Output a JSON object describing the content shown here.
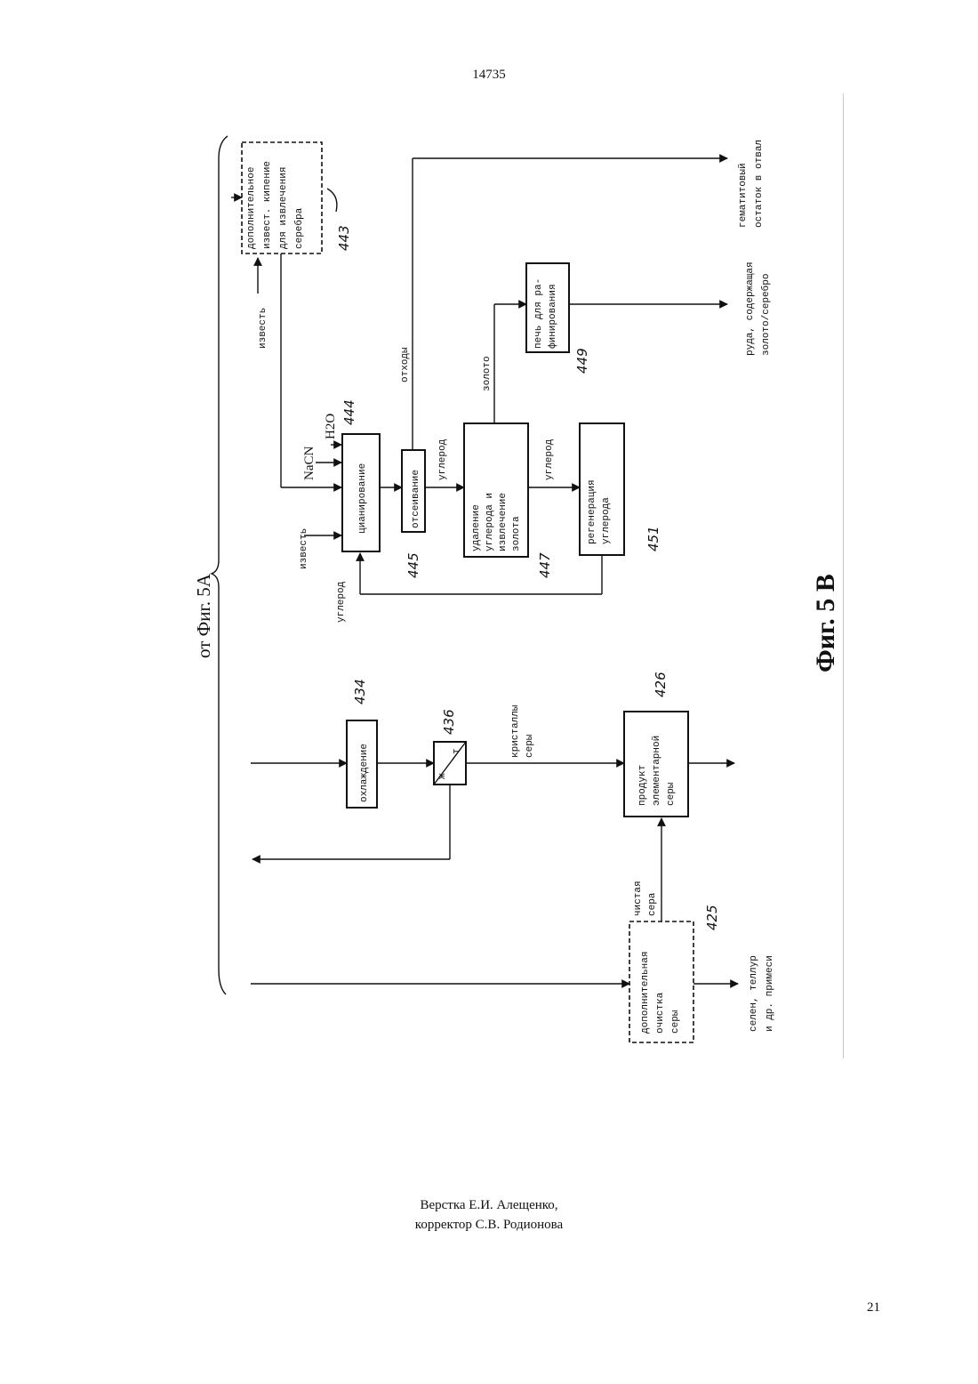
{
  "page": {
    "patent_number": "14735",
    "page_number": "21",
    "footer_line1": "Верстка Е.И. Алещенко,",
    "footer_line2": "корректор С.В. Родионова"
  },
  "figure": {
    "caption": "Фиг. 5 В",
    "from_label": "от Фиг. 5А",
    "boxes": {
      "b443": [
        "дополнительное",
        "извест. кипение",
        "для извлечения",
        "серебра"
      ],
      "b444": [
        "цианирование"
      ],
      "b445": [
        "отсеивание"
      ],
      "b447": [
        "удаление",
        "углерода и",
        "извлечение",
        "золота"
      ],
      "b449": [
        "печь для ра-",
        "финирования"
      ],
      "b451": [
        "регенерация",
        "углерода"
      ],
      "b434": [
        "охлаждение"
      ],
      "b436": [
        "ж",
        "т"
      ],
      "b426": [
        "продукт",
        "элементарной",
        "серы"
      ],
      "b425": [
        "дополнительная",
        "очистка",
        "серы"
      ]
    },
    "labels": {
      "izvest_top": "известь",
      "izvest_left": "известь",
      "nacn": "NaCN",
      "h2o": "H2O",
      "uglerod_loop": "углерод",
      "uglerod_445": "углерод",
      "uglerod_447": "углерод",
      "othody": "отходы",
      "zoloto": "золото",
      "gematitovyy": [
        "гематитовый",
        "остаток в отвал"
      ],
      "ruda": [
        "руда, содержащая",
        "золото/серебро"
      ],
      "kristally": [
        "кристаллы",
        "серы"
      ],
      "chistaya": [
        "чистая",
        "сера"
      ],
      "selen": [
        "селен, теллур",
        "и др. примеси"
      ]
    },
    "refs": {
      "r443": "443",
      "r444": "444",
      "r445": "445",
      "r447": "447",
      "r449": "449",
      "r451": "451",
      "r434": "434",
      "r436": "436",
      "r426": "426",
      "r425": "425"
    }
  }
}
